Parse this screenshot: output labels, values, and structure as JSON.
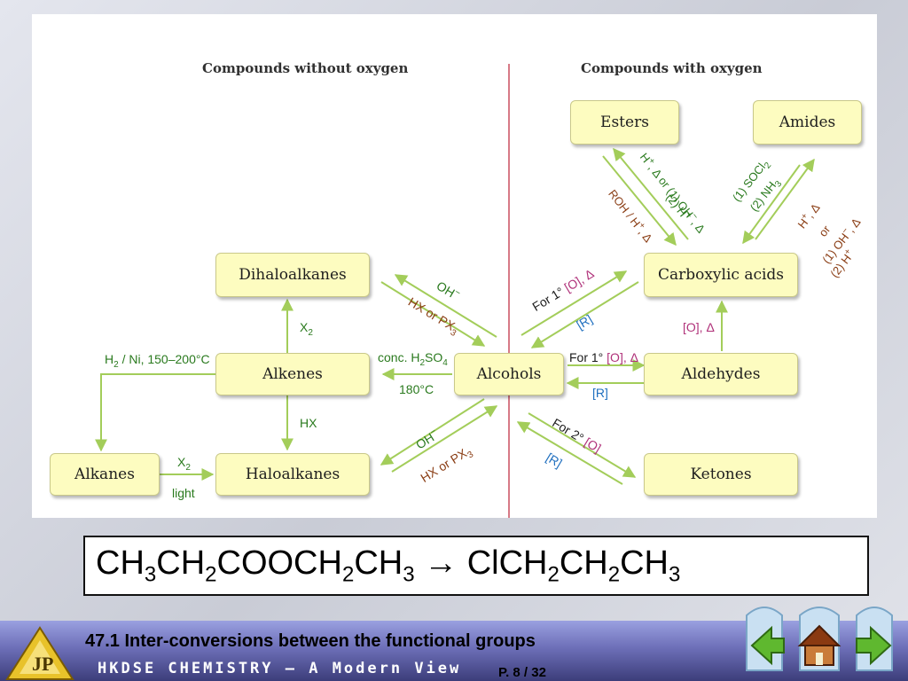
{
  "headings": {
    "left": "Compounds without oxygen",
    "right": "Compounds with oxygen"
  },
  "boxes": {
    "esters": "Esters",
    "amides": "Amides",
    "carboxylic": "Carboxylic acids",
    "dihalo": "Dihaloalkanes",
    "alkenes": "Alkenes",
    "alcohols": "Alcohols",
    "aldehydes": "Aldehydes",
    "alkanes": "Alkanes",
    "haloalkanes": "Haloalkanes",
    "ketones": "Ketones"
  },
  "labels": {
    "h2_ni_1": "H",
    "h2_ni_2": "2",
    "h2_ni_3": " / Ni, 150–200°C",
    "x2_dihalo_1": "X",
    "x2_dihalo_2": "2",
    "hx": "HX",
    "x2_light_1": "X",
    "x2_light_2": "2",
    "light": "light",
    "conc_1": "conc. H",
    "conc_2": "2",
    "conc_3": "SO",
    "conc_4": "4",
    "temp": "180°C",
    "oh_top_1": "OH",
    "oh_top_2": "−",
    "hx_px_top_1": "HX or PX",
    "hx_px_top_2": "3",
    "oh_bot_1": "OH",
    "oh_bot_2": "−",
    "hx_px_bot_1": "HX or PX",
    "hx_px_bot_2": "3",
    "for1_carb_1": "For 1°  ",
    "for1_carb_2": "[O], Δ",
    "r_carb": "[R]",
    "for1_ald_1": "For 1°  ",
    "for1_ald_2": "[O], Δ",
    "r_ald": "[R]",
    "o_delta": "[O], Δ",
    "for2_1": "For 2°  ",
    "for2_2": "[O]",
    "r_ket": "[R]",
    "ester_a_1": "H",
    "ester_a_2": "+",
    "ester_a_3": ", Δ or (1) OH",
    "ester_a_4": "−",
    "ester_a_5": ", Δ",
    "ester_b_1": "(2) H",
    "ester_b_2": "+",
    "ester_c_1": "ROH / H",
    "ester_c_2": "+",
    "ester_c_3": ", Δ",
    "amide_a_1": "(1) SOCl",
    "amide_a_2": "2",
    "amide_b_1": "(2) NH",
    "amide_b_2": "3",
    "amide_c_1": "H",
    "amide_c_2": "+",
    "amide_c_3": ", Δ",
    "amide_d": "or",
    "amide_e_1": "(1) OH",
    "amide_e_2": "−",
    "amide_e_3": ", Δ",
    "amide_f_1": "(2) H",
    "amide_f_2": "+"
  },
  "formula": {
    "p1": "CH",
    "s1": "3",
    "p2": "CH",
    "s2": "2",
    "p3": "COOCH",
    "s3": "2",
    "p4": "CH",
    "s4": "3",
    "arrow": " → ",
    "p5": "ClCH",
    "s5": "2",
    "p6": "CH",
    "s6": "2",
    "p7": "CH",
    "s7": "3"
  },
  "footer": {
    "title": "47.1 Inter-conversions between the functional groups",
    "subtitle": "HKDSE CHEMISTRY — A Modern View",
    "page": "P. 8 / 32"
  },
  "colors": {
    "arrow": "#a3cd5a",
    "divider": "#d77a86",
    "box_fill": "#fdfcc0"
  },
  "icons": {
    "logo": "publisher-logo-icon",
    "prev": "back-arrow-icon",
    "home": "home-icon",
    "next": "forward-arrow-icon"
  }
}
